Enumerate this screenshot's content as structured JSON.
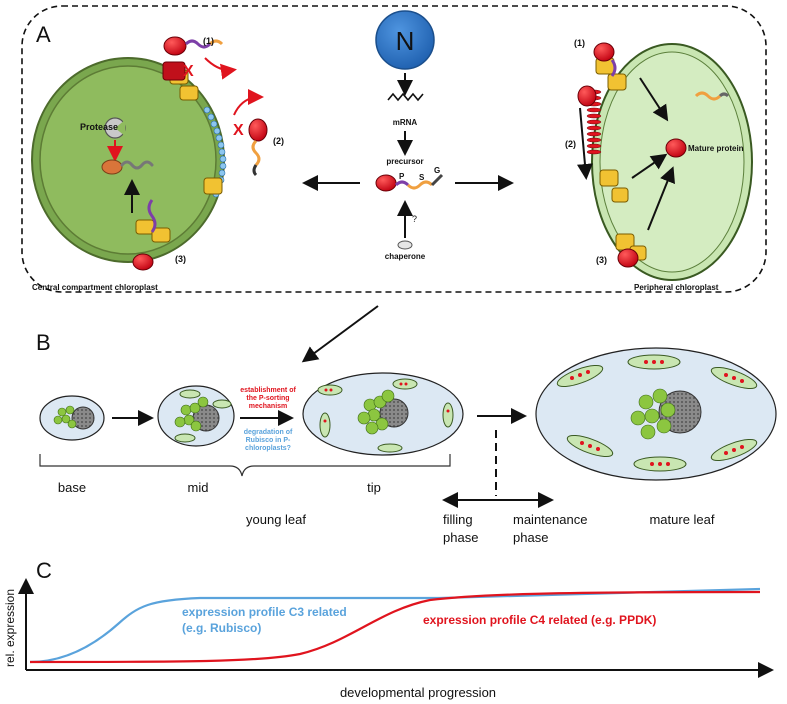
{
  "panelA": {
    "letter": "A",
    "nucleus_label": "N",
    "mrna_label": "mRNA",
    "precursor_label": "precursor",
    "precursor_seg_p": "P",
    "precursor_seg_s": "S",
    "precursor_seg_g": "G",
    "question_mark": "?",
    "chaperone_label": "chaperone",
    "left": {
      "caption": "Central compartment chloroplast",
      "protease_label": "Protease",
      "route1": "(1)",
      "route2": "(2)",
      "route3": "(3)",
      "block_mark": "X"
    },
    "right": {
      "caption": "Peripheral chloroplast",
      "mature_label": "Mature protein",
      "route1": "(1)",
      "route2": "(2)",
      "route3": "(3)"
    }
  },
  "panelB": {
    "letter": "B",
    "stage_base": "base",
    "stage_mid": "mid",
    "stage_tip": "tip",
    "young_leaf": "young leaf",
    "mature_leaf": "mature leaf",
    "filling_line1": "filling",
    "filling_line2": "phase",
    "maintenance_line1": "maintenance",
    "maintenance_line2": "phase",
    "note_red_line1": "establishment of",
    "note_red_line2": "the P-sorting",
    "note_red_line3": "mechanism",
    "note_blue_line1": "degradation of",
    "note_blue_line2": "Rubisco in P-",
    "note_blue_line3": "chloroplasts?"
  },
  "panelC": {
    "letter": "C",
    "ylabel": "rel. expression",
    "xlabel": "developmental progression",
    "c3_line1": "expression profile C3 related",
    "c3_line2": "(e.g. Rubisco)",
    "c4_label": "expression profile C4 related (e.g. PPDK)",
    "c3_color": "#5aa3dc",
    "c4_color": "#e0141e"
  }
}
